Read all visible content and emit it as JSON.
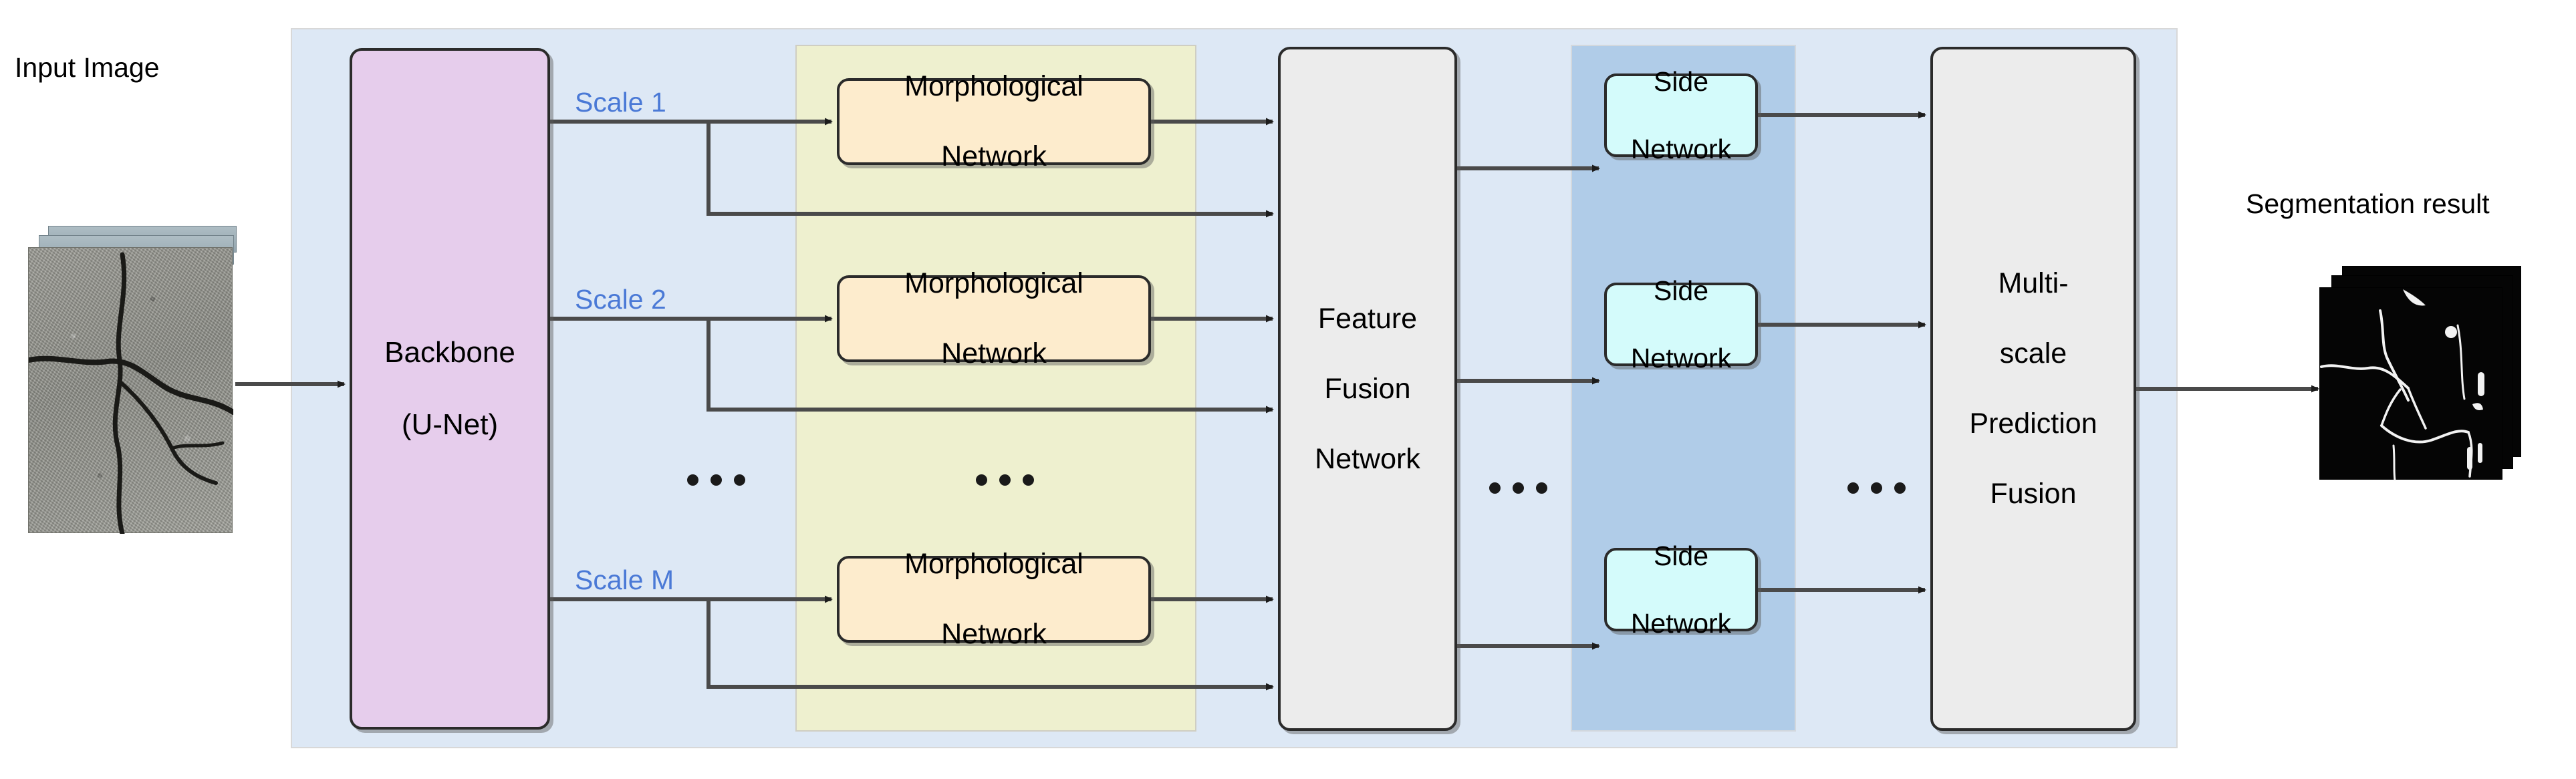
{
  "diagram": {
    "title": "Multi-scale crack segmentation network architecture",
    "colors": {
      "pipeline_background": "#dde8f5",
      "morphological_band": "#eef0cf",
      "side_band": "#b0cce8",
      "backbone_fill": "#e6cdec",
      "morphological_fill": "#fdeccd",
      "side_fill": "#d4fbfb",
      "fusion_fill": "#ececec",
      "scale_label_text": "#4a79d6",
      "node_border": "#2b2b2b",
      "wire": "#3f3f3f"
    }
  },
  "captions": {
    "input_image": "Input Image",
    "segmentation_result": "Segmentation result"
  },
  "nodes": {
    "backbone": {
      "line1": "Backbone",
      "line2": "(U-Net)"
    },
    "morphological": {
      "line1": "Morphological",
      "line2": "Network"
    },
    "feature_fusion": {
      "line1": "Feature",
      "line2": "Fusion",
      "line3": "Network"
    },
    "side": {
      "line1": "Side",
      "line2": "Network"
    },
    "multiscale_fusion": {
      "line1": "Multi-",
      "line2": "scale",
      "line3": "Prediction",
      "line4": "Fusion"
    }
  },
  "scales": [
    {
      "label": "Scale 1"
    },
    {
      "label": "Scale 2"
    },
    {
      "label": "Scale M"
    }
  ],
  "morphological_blocks": [
    {
      "line1": "Morphological",
      "line2": "Network"
    },
    {
      "line1": "Morphological",
      "line2": "Network"
    },
    {
      "line1": "Morphological",
      "line2": "Network"
    }
  ],
  "side_blocks": [
    {
      "line1": "Side",
      "line2": "Network"
    },
    {
      "line1": "Side",
      "line2": "Network"
    },
    {
      "line1": "Side",
      "line2": "Network"
    }
  ],
  "ellipses": [
    {
      "id": "scales",
      "text": "..."
    },
    {
      "id": "morphological",
      "text": "..."
    },
    {
      "id": "fusion-to-side",
      "text": "..."
    },
    {
      "id": "side-to-fusion",
      "text": "..."
    }
  ]
}
